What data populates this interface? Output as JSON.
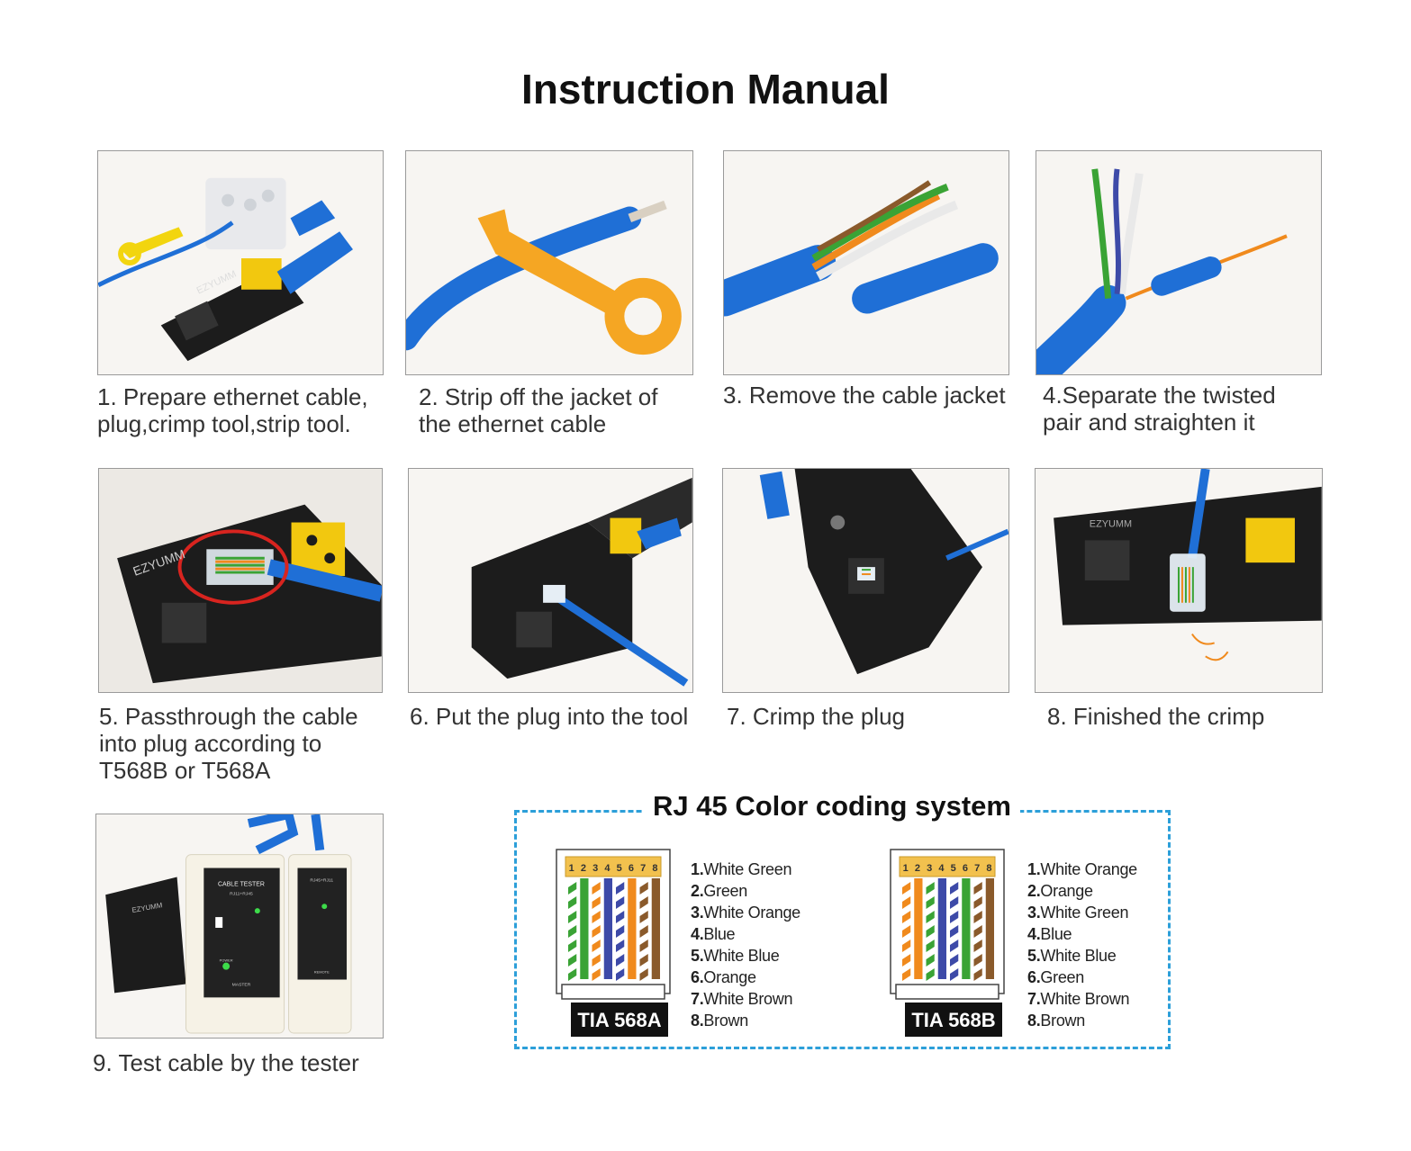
{
  "title": "Instruction Manual",
  "steps": [
    {
      "caption": "1. Prepare ethernet cable,\nplug,crimp tool,strip tool."
    },
    {
      "caption": "2. Strip off the jacket of\n the ethernet cable"
    },
    {
      "caption": "3. Remove the cable jacket"
    },
    {
      "caption": "4.Separate the twisted\npair and straighten it"
    },
    {
      "caption": "5. Passthrough the cable\ninto plug according to\nT568B or T568A"
    },
    {
      "caption": "6. Put the plug into the tool"
    },
    {
      "caption": "7. Crimp the plug"
    },
    {
      "caption": "8. Finished the crimp"
    },
    {
      "caption": "9. Test cable by the tester"
    }
  ],
  "photo_text": {
    "brand": "EZYUMM",
    "tester_master": "CABLE TESTER",
    "tester_master_sub": "RJ11+RJ45",
    "tester_remote_sub": "RJ45+RJ11",
    "power": "POWER",
    "master": "MASTER",
    "remote": "REMOTE"
  },
  "color_coding": {
    "title": "RJ 45 Color coding system",
    "pin_numbers": [
      "1",
      "2",
      "3",
      "4",
      "5",
      "6",
      "7",
      "8"
    ],
    "standards": [
      {
        "label": "TIA 568A",
        "wires": [
          {
            "num": "1.",
            "name": "White Green",
            "color": "#3aa335",
            "striped": true
          },
          {
            "num": "2.",
            "name": "Green",
            "color": "#3aa335",
            "striped": false
          },
          {
            "num": "3.",
            "name": "White Orange",
            "color": "#f08a1d",
            "striped": true
          },
          {
            "num": "4.",
            "name": "Blue",
            "color": "#3d4aa8",
            "striped": false
          },
          {
            "num": "5.",
            "name": "White Blue",
            "color": "#3d4aa8",
            "striped": true
          },
          {
            "num": "6.",
            "name": "Orange",
            "color": "#f08a1d",
            "striped": false
          },
          {
            "num": "7.",
            "name": "White Brown",
            "color": "#8a5a2b",
            "striped": true
          },
          {
            "num": "8.",
            "name": "Brown",
            "color": "#8a5a2b",
            "striped": false
          }
        ]
      },
      {
        "label": "TIA 568B",
        "wires": [
          {
            "num": "1.",
            "name": "White Orange",
            "color": "#f08a1d",
            "striped": true
          },
          {
            "num": "2.",
            "name": "Orange",
            "color": "#f08a1d",
            "striped": false
          },
          {
            "num": "3.",
            "name": "White Green",
            "color": "#3aa335",
            "striped": true
          },
          {
            "num": "4.",
            "name": "Blue",
            "color": "#3d4aa8",
            "striped": false
          },
          {
            "num": "5.",
            "name": "White Blue",
            "color": "#3d4aa8",
            "striped": true
          },
          {
            "num": "6.",
            "name": "Green",
            "color": "#3aa335",
            "striped": false
          },
          {
            "num": "7.",
            "name": "White Brown",
            "color": "#8a5a2b",
            "striped": true
          },
          {
            "num": "8.",
            "name": "Brown",
            "color": "#8a5a2b",
            "striped": false
          }
        ]
      }
    ]
  },
  "colors": {
    "cable_blue": "#1f6fd6",
    "tool_black": "#1c1c1c",
    "tool_yellow": "#f2c80f",
    "stripper_orange": "#f5a623",
    "dashed_border": "#2c9fd9",
    "circle_red": "#d8241f"
  }
}
